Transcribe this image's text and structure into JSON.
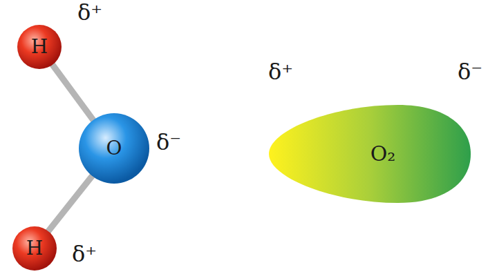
{
  "diagram": {
    "nodes": [
      {
        "text": [
          "H"
        ]
      },
      {
        "text": [
          "O"
        ]
      },
      {
        "text": [
          "H"
        ]
      },
      {
        "text": [
          "O₂"
        ]
      }
    ],
    "edges": [
      {
        "from": 0,
        "to": 1,
        "arrow": "none"
      },
      {
        "from": 1,
        "to": 2,
        "arrow": "none"
      }
    ],
    "labels": [
      "δ⁺",
      "δ⁺",
      "δ⁻",
      "δ⁻",
      "δ⁺"
    ]
  }
}
